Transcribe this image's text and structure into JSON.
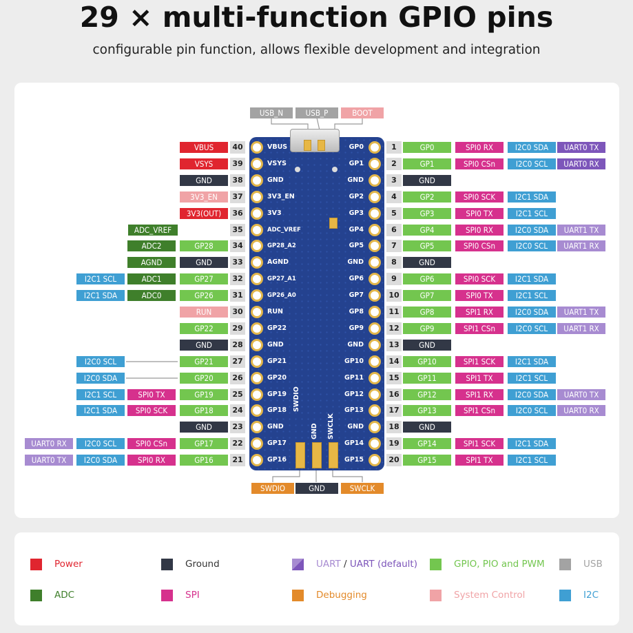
{
  "title": "29 × multi-function GPIO pins",
  "subtitle": "configurable pin function, allows flexible development and integration",
  "colors": {
    "power": "#e0252f",
    "ground": "#323846",
    "uart": "#7d56ba",
    "uart_light": "#a78bd1",
    "gpio": "#73c64f",
    "usb": "#a3a3a3",
    "adc": "#3f7f2b",
    "spi": "#d6318d",
    "debug": "#e38a2a",
    "system": "#f0a3a6",
    "i2c": "#3f9fd3"
  },
  "top_labels": [
    "USB_N",
    "USB_P",
    "BOOT"
  ],
  "bottom_labels": [
    "SWDIO",
    "GND",
    "SWCLK"
  ],
  "board_bottom_silk": [
    "SWDIO",
    "GND",
    "SWCLK"
  ],
  "left_pins": [
    {
      "num": "40",
      "silk": "VBUS",
      "labels": [
        {
          "t": "VBUS",
          "c": "power"
        }
      ]
    },
    {
      "num": "39",
      "silk": "VSYS",
      "labels": [
        {
          "t": "VSYS",
          "c": "power"
        }
      ]
    },
    {
      "num": "38",
      "silk": "GND",
      "labels": [
        {
          "t": "GND",
          "c": "ground"
        }
      ]
    },
    {
      "num": "37",
      "silk": "3V3_EN",
      "labels": [
        {
          "t": "3V3_EN",
          "c": "system"
        }
      ]
    },
    {
      "num": "36",
      "silk": "3V3",
      "labels": [
        {
          "t": "3V3(OUT)",
          "c": "power"
        }
      ]
    },
    {
      "num": "35",
      "silk": "ADC_VREF",
      "labels": [
        {
          "t": "ADC_VREF",
          "c": "adc"
        }
      ]
    },
    {
      "num": "34",
      "silk": "GP28_A2",
      "labels": [
        {
          "t": "GP28",
          "c": "gpio"
        },
        {
          "t": "ADC2",
          "c": "adc"
        }
      ]
    },
    {
      "num": "33",
      "silk": "AGND",
      "labels": [
        {
          "t": "GND",
          "c": "ground"
        },
        {
          "t": "AGND",
          "c": "adc"
        }
      ]
    },
    {
      "num": "32",
      "silk": "GP27_A1",
      "labels": [
        {
          "t": "GP27",
          "c": "gpio"
        },
        {
          "t": "ADC1",
          "c": "adc"
        },
        {
          "t": "I2C1 SCL",
          "c": "i2c"
        }
      ]
    },
    {
      "num": "31",
      "silk": "GP26_A0",
      "labels": [
        {
          "t": "GP26",
          "c": "gpio"
        },
        {
          "t": "ADC0",
          "c": "adc"
        },
        {
          "t": "I2C1 SDA",
          "c": "i2c"
        }
      ]
    },
    {
      "num": "30",
      "silk": "RUN",
      "labels": [
        {
          "t": "RUN",
          "c": "system"
        }
      ]
    },
    {
      "num": "29",
      "silk": "GP22",
      "labels": [
        {
          "t": "GP22",
          "c": "gpio"
        }
      ]
    },
    {
      "num": "28",
      "silk": "GND",
      "labels": [
        {
          "t": "GND",
          "c": "ground"
        }
      ]
    },
    {
      "num": "27",
      "silk": "GP21",
      "labels": [
        {
          "t": "GP21",
          "c": "gpio"
        },
        {
          "t": "",
          "c": "line"
        },
        {
          "t": "I2C0 SCL",
          "c": "i2c"
        }
      ]
    },
    {
      "num": "26",
      "silk": "GP20",
      "labels": [
        {
          "t": "GP20",
          "c": "gpio"
        },
        {
          "t": "",
          "c": "line"
        },
        {
          "t": "I2C0 SDA",
          "c": "i2c"
        }
      ]
    },
    {
      "num": "25",
      "silk": "GP19",
      "labels": [
        {
          "t": "GP19",
          "c": "gpio"
        },
        {
          "t": "SPI0 TX",
          "c": "spi"
        },
        {
          "t": "I2C1 SCL",
          "c": "i2c"
        }
      ]
    },
    {
      "num": "24",
      "silk": "GP18",
      "labels": [
        {
          "t": "GP18",
          "c": "gpio"
        },
        {
          "t": "SPI0 SCK",
          "c": "spi"
        },
        {
          "t": "I2C1 SDA",
          "c": "i2c"
        }
      ]
    },
    {
      "num": "23",
      "silk": "GND",
      "labels": [
        {
          "t": "GND",
          "c": "ground"
        }
      ]
    },
    {
      "num": "22",
      "silk": "GP17",
      "labels": [
        {
          "t": "GP17",
          "c": "gpio"
        },
        {
          "t": "SPI0 CSn",
          "c": "spi"
        },
        {
          "t": "I2C0 SCL",
          "c": "i2c"
        },
        {
          "t": "UART0 RX",
          "c": "uart_light"
        }
      ]
    },
    {
      "num": "21",
      "silk": "GP16",
      "labels": [
        {
          "t": "GP16",
          "c": "gpio"
        },
        {
          "t": "SPI0 RX",
          "c": "spi"
        },
        {
          "t": "I2C0 SDA",
          "c": "i2c"
        },
        {
          "t": "UART0 TX",
          "c": "uart_light"
        }
      ]
    }
  ],
  "right_pins": [
    {
      "num": "1",
      "silk": "GP0",
      "labels": [
        {
          "t": "GP0",
          "c": "gpio"
        },
        {
          "t": "SPI0 RX",
          "c": "spi"
        },
        {
          "t": "I2C0 SDA",
          "c": "i2c"
        },
        {
          "t": "UART0 TX",
          "c": "uart"
        }
      ]
    },
    {
      "num": "2",
      "silk": "GP1",
      "labels": [
        {
          "t": "GP1",
          "c": "gpio"
        },
        {
          "t": "SPI0 CSn",
          "c": "spi"
        },
        {
          "t": "I2C0 SCL",
          "c": "i2c"
        },
        {
          "t": "UART0 RX",
          "c": "uart"
        }
      ]
    },
    {
      "num": "3",
      "silk": "GND",
      "labels": [
        {
          "t": "GND",
          "c": "ground"
        }
      ]
    },
    {
      "num": "4",
      "silk": "GP2",
      "labels": [
        {
          "t": "GP2",
          "c": "gpio"
        },
        {
          "t": "SPI0 SCK",
          "c": "spi"
        },
        {
          "t": "I2C1 SDA",
          "c": "i2c"
        }
      ]
    },
    {
      "num": "5",
      "silk": "GP3",
      "labels": [
        {
          "t": "GP3",
          "c": "gpio"
        },
        {
          "t": "SPI0 TX",
          "c": "spi"
        },
        {
          "t": "I2C1 SCL",
          "c": "i2c"
        }
      ]
    },
    {
      "num": "6",
      "silk": "GP4",
      "labels": [
        {
          "t": "GP4",
          "c": "gpio"
        },
        {
          "t": "SPI0 RX",
          "c": "spi"
        },
        {
          "t": "I2C0 SDA",
          "c": "i2c"
        },
        {
          "t": "UART1 TX",
          "c": "uart_light"
        }
      ]
    },
    {
      "num": "7",
      "silk": "GP5",
      "labels": [
        {
          "t": "GP5",
          "c": "gpio"
        },
        {
          "t": "SPI0 CSn",
          "c": "spi"
        },
        {
          "t": "I2C0 SCL",
          "c": "i2c"
        },
        {
          "t": "UART1 RX",
          "c": "uart_light"
        }
      ]
    },
    {
      "num": "8",
      "silk": "GND",
      "labels": [
        {
          "t": "GND",
          "c": "ground"
        }
      ]
    },
    {
      "num": "9",
      "silk": "GP6",
      "labels": [
        {
          "t": "GP6",
          "c": "gpio"
        },
        {
          "t": "SPI0 SCK",
          "c": "spi"
        },
        {
          "t": "I2C1 SDA",
          "c": "i2c"
        }
      ]
    },
    {
      "num": "10",
      "silk": "GP7",
      "labels": [
        {
          "t": "GP7",
          "c": "gpio"
        },
        {
          "t": "SPI0 TX",
          "c": "spi"
        },
        {
          "t": "I2C1 SCL",
          "c": "i2c"
        }
      ]
    },
    {
      "num": "11",
      "silk": "GP8",
      "labels": [
        {
          "t": "GP8",
          "c": "gpio"
        },
        {
          "t": "SPI1 RX",
          "c": "spi"
        },
        {
          "t": "I2C0 SDA",
          "c": "i2c"
        },
        {
          "t": "UART1 TX",
          "c": "uart_light"
        }
      ]
    },
    {
      "num": "12",
      "silk": "GP9",
      "labels": [
        {
          "t": "GP9",
          "c": "gpio"
        },
        {
          "t": "SPI1 CSn",
          "c": "spi"
        },
        {
          "t": "I2C0 SCL",
          "c": "i2c"
        },
        {
          "t": "UART1 RX",
          "c": "uart_light"
        }
      ]
    },
    {
      "num": "13",
      "silk": "GND",
      "labels": [
        {
          "t": "GND",
          "c": "ground"
        }
      ]
    },
    {
      "num": "14",
      "silk": "GP10",
      "labels": [
        {
          "t": "GP10",
          "c": "gpio"
        },
        {
          "t": "SPI1 SCK",
          "c": "spi"
        },
        {
          "t": "I2C1 SDA",
          "c": "i2c"
        }
      ]
    },
    {
      "num": "15",
      "silk": "GP11",
      "labels": [
        {
          "t": "GP11",
          "c": "gpio"
        },
        {
          "t": "SPI1 TX",
          "c": "spi"
        },
        {
          "t": "I2C1 SCL",
          "c": "i2c"
        }
      ]
    },
    {
      "num": "16",
      "silk": "GP12",
      "labels": [
        {
          "t": "GP12",
          "c": "gpio"
        },
        {
          "t": "SPI1 RX",
          "c": "spi"
        },
        {
          "t": "I2C0 SDA",
          "c": "i2c"
        },
        {
          "t": "UART0 TX",
          "c": "uart_light"
        }
      ]
    },
    {
      "num": "17",
      "silk": "GP13",
      "labels": [
        {
          "t": "GP13",
          "c": "gpio"
        },
        {
          "t": "SPI1 CSn",
          "c": "spi"
        },
        {
          "t": "I2C0 SCL",
          "c": "i2c"
        },
        {
          "t": "UART0 RX",
          "c": "uart_light"
        }
      ]
    },
    {
      "num": "18",
      "silk": "GND",
      "labels": [
        {
          "t": "GND",
          "c": "ground"
        }
      ]
    },
    {
      "num": "19",
      "silk": "GP14",
      "labels": [
        {
          "t": "GP14",
          "c": "gpio"
        },
        {
          "t": "SPI1 SCK",
          "c": "spi"
        },
        {
          "t": "I2C1 SDA",
          "c": "i2c"
        }
      ]
    },
    {
      "num": "20",
      "silk": "GP15",
      "labels": [
        {
          "t": "GP15",
          "c": "gpio"
        },
        {
          "t": "SPI1 TX",
          "c": "spi"
        },
        {
          "t": "I2C1 SCL",
          "c": "i2c"
        }
      ]
    }
  ],
  "legend": [
    {
      "text": "Power",
      "c": "power"
    },
    {
      "text": "Ground",
      "c": "ground"
    },
    {
      "text": "UART",
      "text2": " / ",
      "text3": "UART (default)",
      "c": "uart"
    },
    {
      "text": "GPIO, PIO and PWM",
      "c": "gpio"
    },
    {
      "text": "USB",
      "c": "usb"
    },
    {
      "text": "ADC",
      "c": "adc"
    },
    {
      "text": "SPI",
      "c": "spi"
    },
    {
      "text": "Debugging",
      "c": "debug"
    },
    {
      "text": "System Control",
      "c": "system"
    },
    {
      "text": "I2C",
      "c": "i2c"
    }
  ]
}
